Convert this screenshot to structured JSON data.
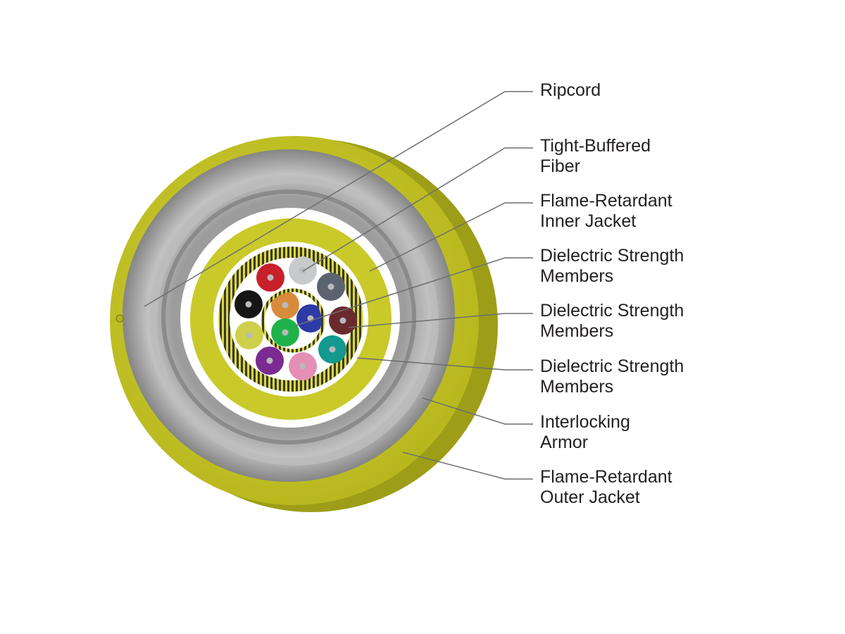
{
  "labels": [
    {
      "id": "ripcord",
      "lines": [
        "Ripcord"
      ]
    },
    {
      "id": "tight-buffered-fiber",
      "lines": [
        "Tight-Buffered",
        "Fiber"
      ]
    },
    {
      "id": "inner-jacket",
      "lines": [
        "Flame-Retardant",
        "Inner Jacket"
      ]
    },
    {
      "id": "strength-members-1",
      "lines": [
        "Dielectric Strength",
        "Members"
      ]
    },
    {
      "id": "strength-members-2",
      "lines": [
        "Dielectric Strength",
        "Members"
      ]
    },
    {
      "id": "strength-members-3",
      "lines": [
        "Dielectric Strength",
        "Members"
      ]
    },
    {
      "id": "interlocking-armor",
      "lines": [
        "Interlocking",
        "Armor"
      ]
    },
    {
      "id": "outer-jacket",
      "lines": [
        "Flame-Retardant",
        "Outer Jacket"
      ]
    }
  ],
  "colors": {
    "jacket": "#c4c424",
    "jacket_dark": "#9a9a16",
    "armor": "#8f8f8f",
    "armor_light": "#b5b5b5",
    "leader_line": "#6d6e71",
    "text": "#231f20"
  },
  "fibers": [
    {
      "name": "red",
      "color": "#c8202a"
    },
    {
      "name": "slate",
      "color": "#c7c9cb"
    },
    {
      "name": "gray",
      "color": "#5b6270"
    },
    {
      "name": "brown",
      "color": "#6b2a2e"
    },
    {
      "name": "aqua",
      "color": "#14998e"
    },
    {
      "name": "rose",
      "color": "#e58fb4"
    },
    {
      "name": "violet",
      "color": "#7a2a90"
    },
    {
      "name": "yellow",
      "color": "#cfd04a"
    },
    {
      "name": "black",
      "color": "#151515"
    },
    {
      "name": "orange",
      "color": "#d88b3b"
    },
    {
      "name": "blue",
      "color": "#2e3aa6"
    },
    {
      "name": "green",
      "color": "#1fb24b"
    }
  ]
}
